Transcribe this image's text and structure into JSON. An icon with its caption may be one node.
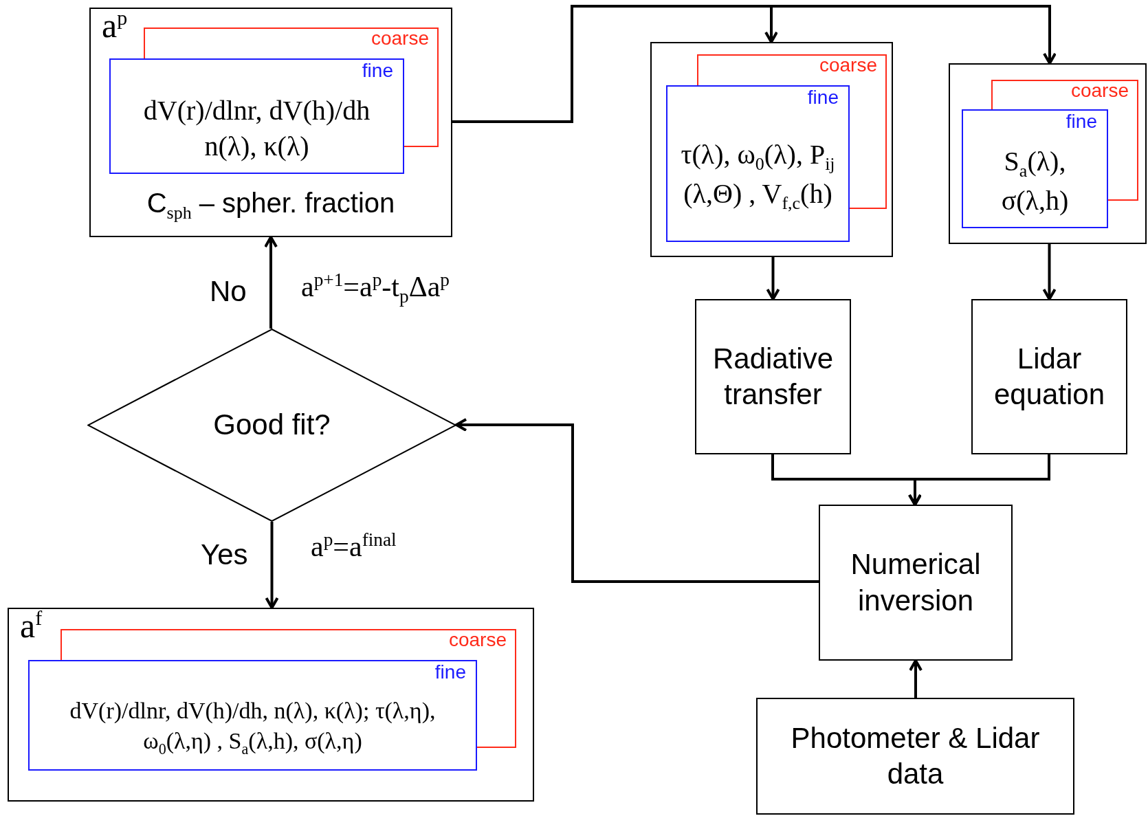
{
  "diagram": {
    "nodes": [
      {
        "text": [
          "a$^{p}$",
          "C$_{sph}$ – spher. fraction"
        ]
      },
      {
        "text": [
          "coarse"
        ],
        "in": 0
      },
      {
        "text": [
          "fine",
          "dV(r)/dlnr, dV(h)/dh n(λ), κ(λ)"
        ],
        "in": 0
      },
      {
        "text": [],
        "shape": "box"
      },
      {
        "text": [
          "coarse"
        ],
        "in": 3
      },
      {
        "text": [
          "fine",
          "τ(λ), ω$_{0}$(λ), P$_{ij}$ (λ,Θ) , V$_{f,c}$(h)"
        ],
        "in": 3
      },
      {
        "text": [],
        "shape": "box"
      },
      {
        "text": [
          "coarse"
        ],
        "in": 6
      },
      {
        "text": [
          "fine",
          "S$_{a}$(λ), σ(λ,h)"
        ],
        "in": 6
      },
      {
        "text": [
          "Radiative transfer"
        ]
      },
      {
        "text": [
          "Lidar equation"
        ]
      },
      {
        "text": [
          "Good fit?"
        ]
      },
      {
        "text": [
          "Numerical inversion"
        ]
      },
      {
        "text": [
          "a$^{f}$"
        ]
      },
      {
        "text": [
          "coarse"
        ],
        "in": 13
      },
      {
        "text": [
          "fine",
          "dV(r)/dlnr, dV(h)/dh, n(λ), κ(λ); τ(λ,η), ω$_{0}$(λ,η) , S$_{a}$(λ,h), σ(λ,η)"
        ],
        "in": 13
      },
      {
        "text": [
          "Photometer & Lidar data"
        ]
      }
    ],
    "edges": [
      {
        "from": 0,
        "to": 3,
        "arrow": "to"
      },
      {
        "from": 0,
        "to": 6,
        "arrow": "to"
      },
      {
        "from": 3,
        "to": 9,
        "arrow": "to"
      },
      {
        "from": 6,
        "to": 10,
        "arrow": "to"
      },
      {
        "from": 9,
        "to": 12,
        "arrow": "to"
      },
      {
        "from": 10,
        "to": 12,
        "arrow": "to"
      },
      {
        "from": 16,
        "to": 12,
        "arrow": "to"
      },
      {
        "from": 12,
        "to": 11,
        "arrow": "to"
      },
      {
        "from": 11,
        "to": 0,
        "arrow": "to",
        "label": "No"
      },
      {
        "from": 11,
        "to": 13,
        "arrow": "to",
        "label": "Yes"
      }
    ],
    "labels": [
      "a$^{p+1}$=a$^{p}$-t$_{p}$Δa$^{p}$",
      "a$^{p}$=a$^{final}$"
    ]
  }
}
